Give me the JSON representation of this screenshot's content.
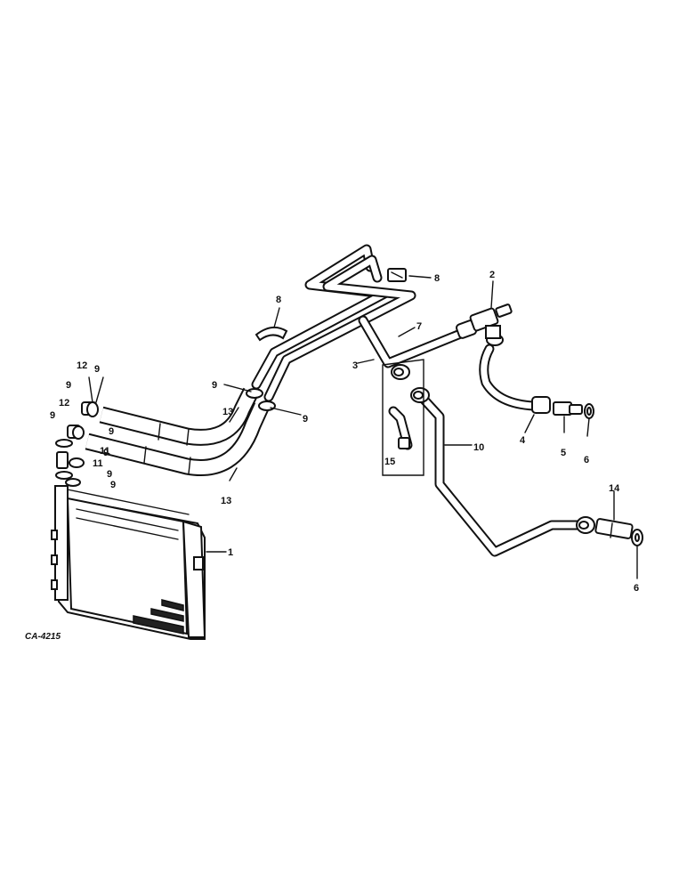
{
  "figure_code": "CA-4215",
  "callouts": {
    "c1": "1",
    "c2": "2",
    "c3": "3",
    "c4": "4",
    "c5": "5",
    "c6a": "6",
    "c6b": "6",
    "c7": "7",
    "c8a": "8",
    "c8b": "8",
    "c9a": "9",
    "c9b": "9",
    "c9c": "9",
    "c9d": "9",
    "c9e": "9",
    "c9f": "9",
    "c9g": "9",
    "c9h": "9",
    "c9i": "9",
    "c10": "10",
    "c11a": "11",
    "c11b": "11",
    "c12a": "12",
    "c12b": "12",
    "c13a": "13",
    "c13b": "13",
    "c14": "14",
    "c15": "15"
  }
}
